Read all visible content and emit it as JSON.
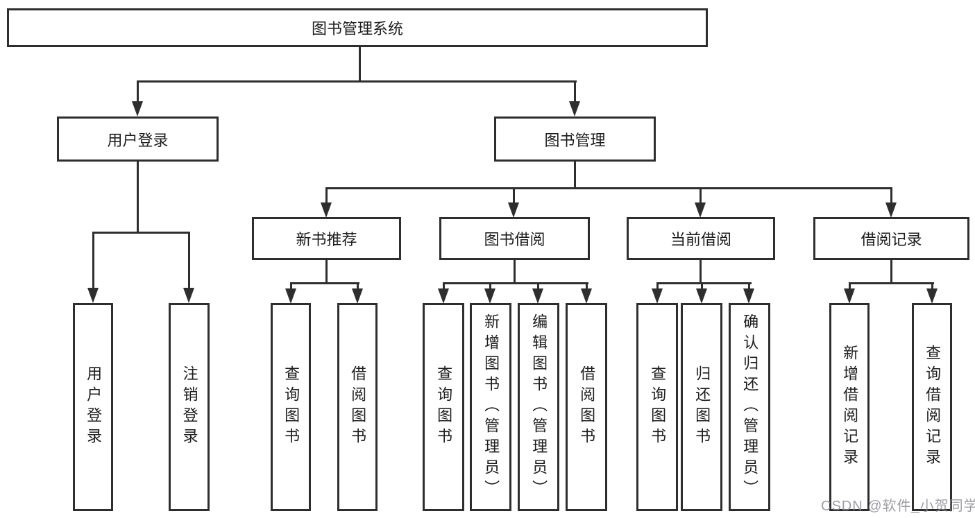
{
  "diagram": {
    "title": "图书管理系统",
    "colors": {
      "line": "#2e2e2e",
      "box_border": "#2e2e2e",
      "text": "#1d1d1d",
      "background": "#ffffff",
      "watermark": "#8c8c94"
    },
    "root": {
      "label": "图书管理系统"
    },
    "branches": [
      {
        "label": "用户登录",
        "children": [
          {
            "label": "用户登录"
          },
          {
            "label": "注销登录"
          }
        ]
      },
      {
        "label": "图书管理",
        "children": [
          {
            "label": "新书推荐",
            "children": [
              {
                "label": "查询图书"
              },
              {
                "label": "借阅图书"
              }
            ]
          },
          {
            "label": "图书借阅",
            "children": [
              {
                "label": "查询图书"
              },
              {
                "label": "新增图书（管理员）"
              },
              {
                "label": "编辑图书（管理员）"
              },
              {
                "label": "借阅图书"
              }
            ]
          },
          {
            "label": "当前借阅",
            "children": [
              {
                "label": "查询图书"
              },
              {
                "label": "归还图书"
              },
              {
                "label": "确认归还（管理员）"
              }
            ]
          },
          {
            "label": "借阅记录",
            "children": [
              {
                "label": "新增借阅记录"
              },
              {
                "label": "查询借阅记录"
              }
            ]
          }
        ]
      }
    ],
    "watermark": "CSDN @软件_小贺同学"
  }
}
